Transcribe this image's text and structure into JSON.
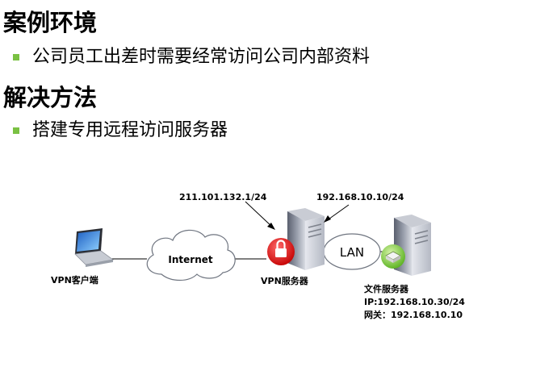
{
  "sections": [
    {
      "heading": "案例环境",
      "bullet": "公司员工出差时需要经常访问公司内部资料"
    },
    {
      "heading": "解决方法",
      "bullet": "搭建专用远程访问服务器"
    }
  ],
  "diagram": {
    "vpn_server_ip_public": "211.101.132.1/24",
    "vpn_server_ip_private": "192.168.10.10/24",
    "cloud_label": "Internet",
    "link_label": "LAN",
    "client_label": "VPN客户端",
    "vpn_server_label": "VPN服务器",
    "file_server_label": "文件服务器",
    "file_server_ip": "IP:192.168.10.30/24",
    "file_server_gateway": "网关：192.168.10.10"
  }
}
